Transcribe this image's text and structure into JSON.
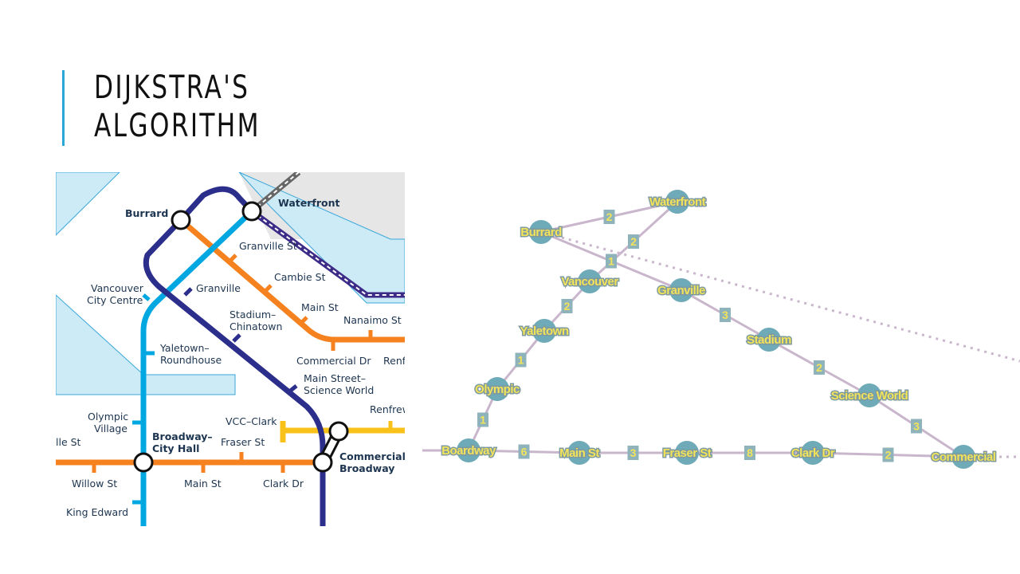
{
  "slide": {
    "title_line1": "DIJKSTRA'S",
    "title_line2": "ALGORITHM"
  },
  "transit_map": {
    "labels": {
      "burrard": "Burrard",
      "waterfront": "Waterfront",
      "granville_st": "Granville St",
      "cambie_st": "Cambie St",
      "vancouver_city_centre_1": "Vancouver",
      "vancouver_city_centre_2": "City Centre",
      "granville": "Granville",
      "main_st_top": "Main St",
      "stadium_1": "Stadium–",
      "stadium_2": "Chinatown",
      "nanaimo_st": "Nanaimo St",
      "commercial_dr": "Commercial Dr",
      "renfrew_top": "Renf",
      "yaletown_1": "Yaletown–",
      "yaletown_2": "Roundhouse",
      "main_street_sw_1": "Main Street–",
      "main_street_sw_2": "Science World",
      "olympic_1": "Olympic",
      "olympic_2": "Village",
      "vcc_clark": "VCC–Clark",
      "renfrew_bottom": "Renfrew",
      "le_st": "lle St",
      "broadway_city_hall_1": "Broadway–",
      "broadway_city_hall_2": "City Hall",
      "fraser_st": "Fraser St",
      "commercial_broadway_1": "Commercial–",
      "commercial_broadway_2": "Broadway",
      "willow_st": "Willow St",
      "main_st_bottom": "Main St",
      "clark_dr": "Clark Dr",
      "king_edward": "King Edward"
    }
  },
  "graph": {
    "nodes": [
      {
        "id": "waterfront",
        "label": "Waterfront"
      },
      {
        "id": "burrard",
        "label": "Burrard"
      },
      {
        "id": "vancouver",
        "label": "Vancouver"
      },
      {
        "id": "granville",
        "label": "Granville"
      },
      {
        "id": "yaletown",
        "label": "Yaletown"
      },
      {
        "id": "stadium",
        "label": "Stadium"
      },
      {
        "id": "olympic",
        "label": "Olympic"
      },
      {
        "id": "science_world",
        "label": "Science World"
      },
      {
        "id": "boardway",
        "label": "Boardway"
      },
      {
        "id": "main_st",
        "label": "Main St"
      },
      {
        "id": "fraser_st",
        "label": "Fraser St"
      },
      {
        "id": "clark_dr",
        "label": "Clark Dr"
      },
      {
        "id": "commercial",
        "label": "Commercial"
      }
    ],
    "edges": [
      {
        "from": "burrard",
        "to": "waterfront",
        "weight": "2"
      },
      {
        "from": "waterfront",
        "to": "vancouver",
        "weight": "2"
      },
      {
        "from": "burrard",
        "to": "granville",
        "weight": "1"
      },
      {
        "from": "vancouver",
        "to": "yaletown",
        "weight": "2"
      },
      {
        "from": "granville",
        "to": "stadium",
        "weight": "3"
      },
      {
        "from": "yaletown",
        "to": "olympic",
        "weight": "1"
      },
      {
        "from": "stadium",
        "to": "science_world",
        "weight": "2"
      },
      {
        "from": "olympic",
        "to": "boardway",
        "weight": "1"
      },
      {
        "from": "science_world",
        "to": "commercial",
        "weight": "3"
      },
      {
        "from": "boardway",
        "to": "main_st",
        "weight": "6"
      },
      {
        "from": "main_st",
        "to": "fraser_st",
        "weight": "3"
      },
      {
        "from": "fraser_st",
        "to": "clark_dr",
        "weight": "8"
      },
      {
        "from": "clark_dr",
        "to": "commercial",
        "weight": "2"
      }
    ],
    "colors": {
      "edge": "#c9b6cc",
      "node": "#6eaab7",
      "label": "#f2e35a",
      "weight_box": "#8fb3bb"
    }
  }
}
